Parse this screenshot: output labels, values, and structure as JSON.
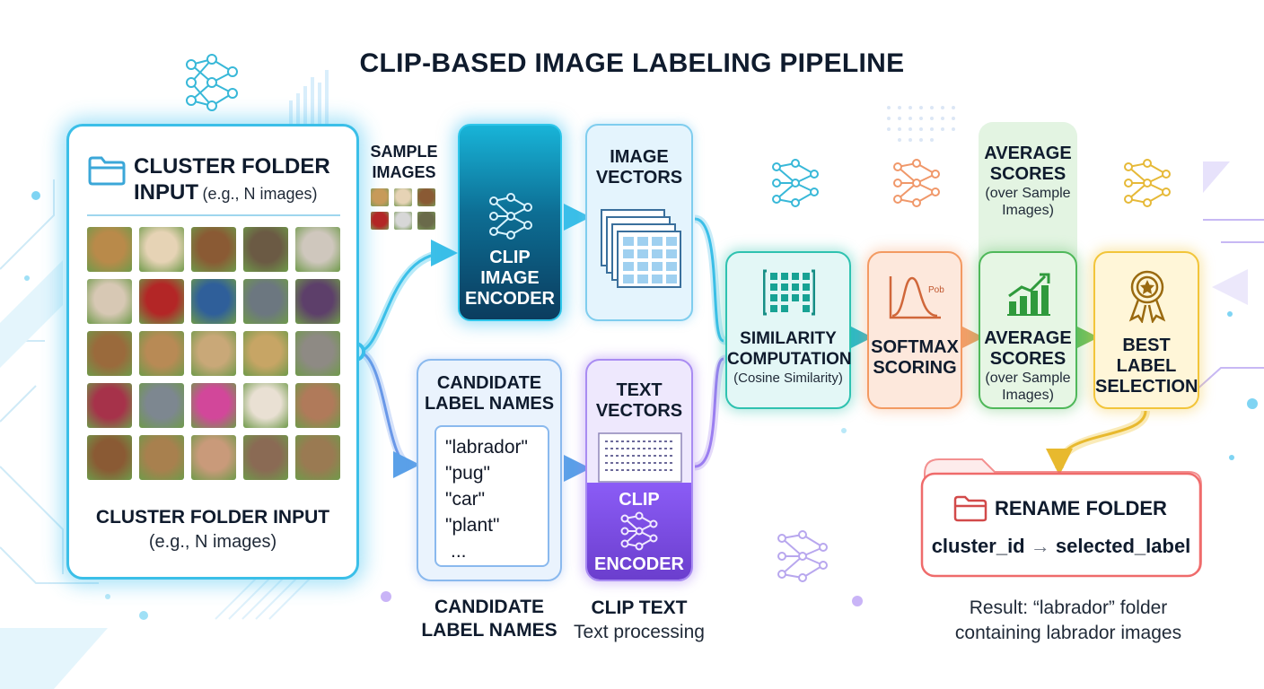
{
  "title": "CLIP-BASED IMAGE LABELING PIPELINE",
  "input": {
    "title_line1": "CLUSTER FOLDER",
    "title_line2": "INPUT",
    "title_suffix": "(e.g., N images)",
    "bottom_title": "CLUSTER FOLDER INPUT",
    "bottom_sub": "(e.g., N images)"
  },
  "sample_images": {
    "line1": "SAMPLE",
    "line2": "IMAGES"
  },
  "image_encoder": {
    "line1": "CLIP",
    "line2": "IMAGE",
    "line3": "ENCODER"
  },
  "image_vectors": {
    "line1": "IMAGE",
    "line2": "VECTORS"
  },
  "candidates": {
    "title_line1": "CANDIDATE",
    "title_line2": "LABEL NAMES",
    "labels": [
      "\"labrador\"",
      "\"pug\"",
      "\"car\"",
      "\"plant\"",
      "..."
    ],
    "caption_line1": "CANDIDATE",
    "caption_line2": "LABEL NAMES"
  },
  "text_encoder": {
    "title_line1": "TEXT",
    "title_line2": "VECTORS",
    "clip": "CLIP",
    "encoder": "ENCODER",
    "caption_line1": "CLIP TEXT",
    "caption_line2": "Text processing"
  },
  "similarity": {
    "line1": "SIMILARITY",
    "line2": "COMPUTATION",
    "sub": "(Cosine Similarity)"
  },
  "softmax": {
    "line1": "SOFTMAX",
    "line2": "SCORING",
    "curve_label": "Pob"
  },
  "average_top": {
    "line1": "AVERAGE",
    "line2": "SCORES",
    "sub1": "(over Sample",
    "sub2": "Images)"
  },
  "average": {
    "line1": "AVERAGE",
    "line2": "SCORES",
    "sub1": "(over Sample",
    "sub2": "Images)"
  },
  "best_label": {
    "line1": "BEST LABEL",
    "line2": "SELECTION"
  },
  "rename": {
    "title": "RENAME FOLDER",
    "from": "cluster_id",
    "arrow": "→",
    "to": "selected_label",
    "result_line1": "Result: “labrador” folder",
    "result_line2": "containing labrador images"
  },
  "colors": {
    "cyan": "#3bbfe8",
    "blue": "#6aa8e8",
    "purple": "#8b5cf6",
    "teal": "#2fc2b0",
    "orange": "#f39a62",
    "green": "#4fb85a",
    "yellow": "#f2c53a",
    "red": "#ef6b6b"
  },
  "thumb_colors": [
    [
      "#b98a4a",
      "#e6d3b5",
      "#8a5a34",
      "#6b5a44",
      "#cfc7bd"
    ],
    [
      "#d7c8b4",
      "#b32626",
      "#2f5f9a",
      "#6c7780",
      "#5d3f6a"
    ],
    [
      "#9a6a3c",
      "#b88a55",
      "#c9a878",
      "#c7a565",
      "#8e8a84"
    ],
    [
      "#a6324a",
      "#7d8790",
      "#d2479a",
      "#e9e0d3",
      "#b07a5a"
    ],
    [
      "#8a5a34",
      "#a8804e",
      "#c99a7a",
      "#8a6a54",
      "#9a7a52"
    ]
  ],
  "sample_thumb_colors": [
    "#c79a5a",
    "#e6d3b5",
    "#8a5a34",
    "#b32626",
    "#d7d7d7",
    "#6a6a4a"
  ]
}
